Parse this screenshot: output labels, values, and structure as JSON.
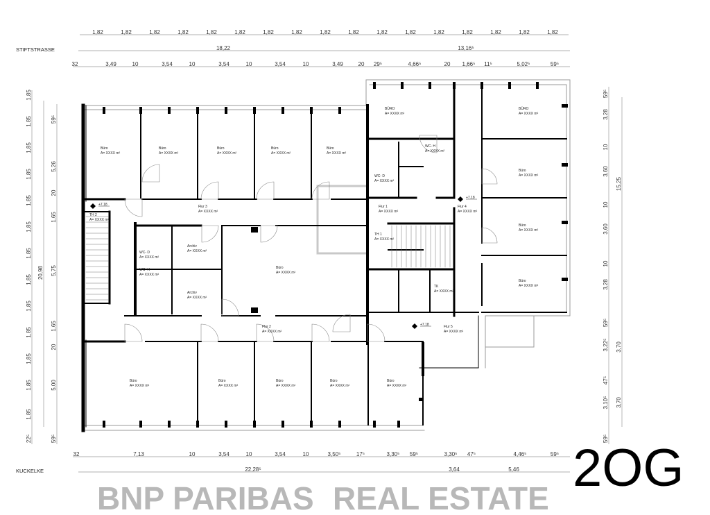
{
  "streets": {
    "top": "STIFTSTRASSE",
    "bottom": "KUCKELKE"
  },
  "floor_label": "2OG",
  "watermark": {
    "line1": "BNP PARIBAS",
    "line2": "REAL ESTATE"
  },
  "dimensions": {
    "top_grid": [
      "1,82",
      "1,82",
      "1,82",
      "1,82",
      "1,82",
      "1,82",
      "1,82",
      "1,82",
      "1,82",
      "1,82",
      "1,82",
      "1,82",
      "1,82",
      "1,82",
      "1,82",
      "1,82",
      "1,82"
    ],
    "top_total": [
      "18,22",
      "13,16⁵"
    ],
    "top_detail": [
      "32",
      "3,49",
      "10",
      "3,54",
      "10",
      "3,54",
      "10",
      "3,54",
      "10",
      "3,49",
      "20",
      "29⁵",
      "4,66⁵",
      "20",
      "1,66⁵",
      "11⁵",
      "5,02⁵",
      "59⁵"
    ],
    "bottom_detail": [
      "32",
      "7,13",
      "10",
      "3,54",
      "10",
      "3,54",
      "10",
      "3,50⁵",
      "17⁵",
      "3,30⁵",
      "59⁵",
      "3,30⁵",
      "47⁵",
      "4,46⁵",
      "59⁵"
    ],
    "bottom_total": [
      "22,28⁵",
      "3,64",
      "5,46"
    ],
    "left_grid": [
      "1,85",
      "1,85",
      "1,85",
      "1,85",
      "1,85",
      "1,85",
      "1,85",
      "1,85",
      "1,85",
      "1,85",
      "1,85",
      "1,85",
      "1,85",
      "22⁵"
    ],
    "left_total": "20,98",
    "left_detail": [
      "59⁵",
      "5,26",
      "20",
      "1,65",
      "5,75",
      "1,65",
      "20",
      "5,00",
      "59⁵"
    ],
    "right_detail": [
      "59⁵",
      "3,28",
      "10",
      "3,60",
      "10",
      "3,60",
      "10",
      "3,28",
      "59⁵",
      "3,22⁵",
      "47⁵",
      "3,10⁵",
      "59⁵"
    ],
    "right_total": [
      "15,25",
      "3,70",
      "3,70"
    ]
  },
  "rooms": [
    {
      "name": "Büro",
      "area": "A= XXXX m²"
    },
    {
      "name": "Büro",
      "area": "A= XXXX m²"
    },
    {
      "name": "Büro",
      "area": "A= XXXX m²"
    },
    {
      "name": "Büro",
      "area": "A= XXXX m²"
    },
    {
      "name": "Büro",
      "area": "A= XXXX m²"
    },
    {
      "name": "BÜRO",
      "area": "A= XXXX m²"
    },
    {
      "name": "BÜRO",
      "area": "A= XXXX m²"
    },
    {
      "name": "WC- H",
      "area": "A= XXXX m²"
    },
    {
      "name": "WC- D",
      "area": "A= XXXX m²"
    },
    {
      "name": "Büro",
      "area": "A= XXXX m²"
    },
    {
      "name": "Büro",
      "area": "A= XXXX m²"
    },
    {
      "name": "Büro",
      "area": "A= XXXX m²"
    },
    {
      "name": "Flur 1",
      "area": "A= XXXX m²"
    },
    {
      "name": "Flur 4",
      "area": "A= XXXX m²"
    },
    {
      "name": "Flur 3",
      "area": "A= XXXX m²"
    },
    {
      "name": "TH 2",
      "area": "A= XXXX m²"
    },
    {
      "name": "TH 1",
      "area": "A= XXXX m²"
    },
    {
      "name": "WC- D",
      "area": "A= XXXX m²"
    },
    {
      "name": "WC- H",
      "area": "A= XXXX m²"
    },
    {
      "name": "Archiv",
      "area": "A= XXXX m²"
    },
    {
      "name": "Archiv",
      "area": "A= XXXX m²"
    },
    {
      "name": "Büro",
      "area": "A= XXXX m²"
    },
    {
      "name": "TK",
      "area": "A= XXXX m²"
    },
    {
      "name": "Flur 2",
      "area": "A= XXXX m²"
    },
    {
      "name": "Flur 5",
      "area": "A= XXXX m²"
    },
    {
      "name": "Büro",
      "area": "A= XXXX m²"
    },
    {
      "name": "Büro",
      "area": "A= XXXX m²"
    },
    {
      "name": "Büro",
      "area": "A= XXXX m²"
    },
    {
      "name": "Büro",
      "area": "A= XXXX m²"
    },
    {
      "name": "Büro",
      "area": "A= XXXX m²"
    }
  ],
  "levels": [
    "+7.18",
    "+7.18",
    "+7.18"
  ],
  "colors": {
    "wall": "#000000",
    "dimension_line": "#999999",
    "watermark": "#b8b8b8"
  }
}
